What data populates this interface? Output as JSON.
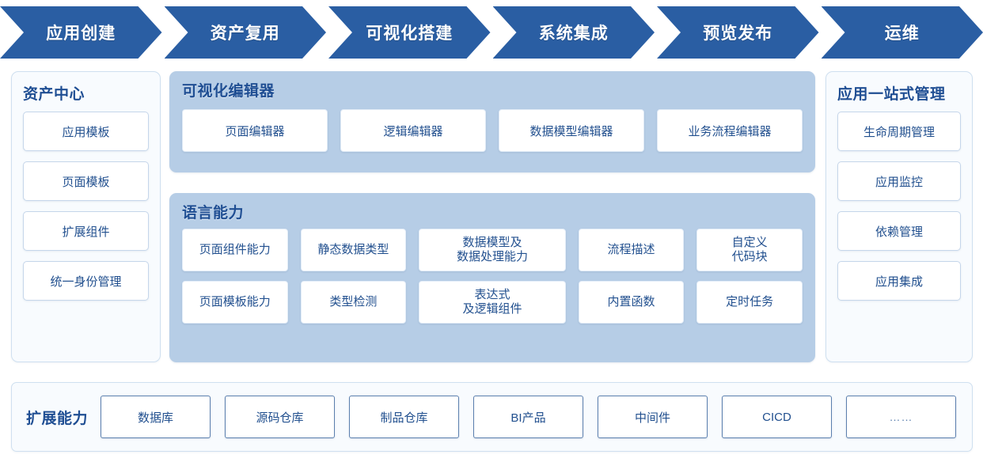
{
  "flow": {
    "steps": [
      {
        "label": "应用创建"
      },
      {
        "label": "资产复用"
      },
      {
        "label": "可视化搭建"
      },
      {
        "label": "系统集成"
      },
      {
        "label": "预览发布"
      },
      {
        "label": "运维"
      }
    ],
    "color": "#2a5ea3",
    "text_color": "#ffffff"
  },
  "left_panel": {
    "title": "资产中心",
    "items": [
      {
        "label": "应用模板"
      },
      {
        "label": "页面模板"
      },
      {
        "label": "扩展组件"
      },
      {
        "label": "统一身份管理"
      }
    ]
  },
  "editor_panel": {
    "title": "可视化编辑器",
    "items": [
      {
        "label": "页面编辑器"
      },
      {
        "label": "逻辑编辑器"
      },
      {
        "label": "数据模型编辑器"
      },
      {
        "label": "业务流程编辑器"
      }
    ]
  },
  "language_panel": {
    "title": "语言能力",
    "rows": [
      [
        {
          "label": "页面组件能力",
          "wide": false
        },
        {
          "label": "静态数据类型",
          "wide": false
        },
        {
          "label": "数据模型及\n数据处理能力",
          "wide": true
        },
        {
          "label": "流程描述",
          "wide": false
        },
        {
          "label": "自定义\n代码块",
          "wide": false
        }
      ],
      [
        {
          "label": "页面模板能力",
          "wide": false
        },
        {
          "label": "类型检测",
          "wide": false
        },
        {
          "label": "表达式\n及逻辑组件",
          "wide": true
        },
        {
          "label": "内置函数",
          "wide": false
        },
        {
          "label": "定时任务",
          "wide": false
        }
      ]
    ]
  },
  "right_panel": {
    "title": "应用一站式管理",
    "items": [
      {
        "label": "生命周期管理"
      },
      {
        "label": "应用监控"
      },
      {
        "label": "依赖管理"
      },
      {
        "label": "应用集成"
      }
    ]
  },
  "bottom_panel": {
    "title": "扩展能力",
    "items": [
      {
        "label": "数据库"
      },
      {
        "label": "源码仓库"
      },
      {
        "label": "制品仓库"
      },
      {
        "label": "BI产品"
      },
      {
        "label": "中间件"
      },
      {
        "label": "CICD"
      },
      {
        "label": "……"
      }
    ]
  },
  "colors": {
    "accent_blue": "#2a5ea3",
    "panel_blue": "#b6cde6",
    "panel_white": "#f8fbfe",
    "title_text": "#1f4e93",
    "card_text": "#22508f",
    "card_border": "#c5d6ea",
    "bottom_card_border": "#5b7fae"
  }
}
